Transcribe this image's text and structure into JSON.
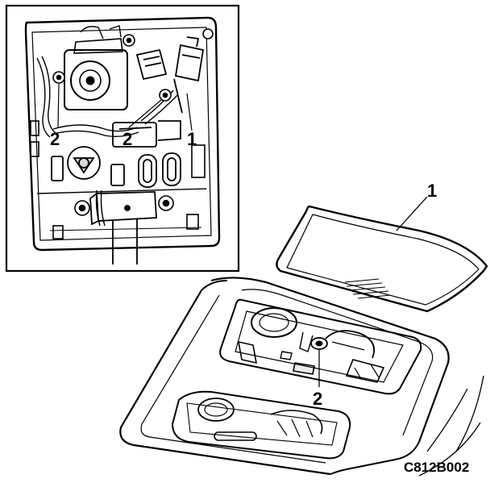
{
  "diagram": {
    "figure_code": "C812B002",
    "callouts": {
      "inset_left_fastener": "2",
      "inset_center_fastener": "2",
      "inset_right_part": "1",
      "cover_lens": "1",
      "console_fastener": "2"
    },
    "colors": {
      "line": "#000000",
      "background": "#ffffff"
    }
  }
}
